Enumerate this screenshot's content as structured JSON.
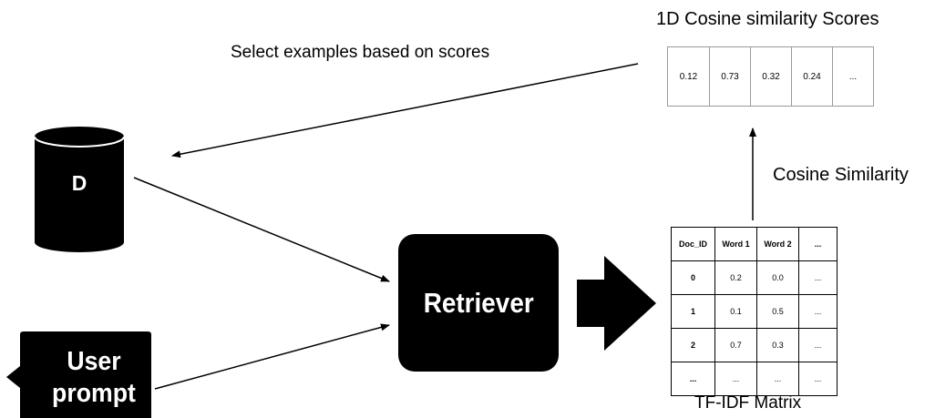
{
  "scores": {
    "title": "1D  Cosine similarity Scores",
    "values": [
      "0.12",
      "0.73",
      "0.32",
      "0.24",
      "..."
    ]
  },
  "captions": {
    "select": "Select examples based on scores",
    "cosine": "Cosine Similarity",
    "tfidf": "TF-IDF Matrix"
  },
  "database": {
    "label": "D"
  },
  "retriever": {
    "label": "Retriever"
  },
  "user_prompt": {
    "line1": "User",
    "line2": "prompt"
  },
  "tfidf": {
    "headers": [
      "Doc_ID",
      "Word 1",
      "Word 2",
      "..."
    ],
    "rows": [
      [
        "0",
        "0.2",
        "0.0",
        "..."
      ],
      [
        "1",
        "0.1",
        "0.5",
        "..."
      ],
      [
        "2",
        "0.7",
        "0.3",
        "..."
      ],
      [
        "...",
        "...",
        "...",
        "..."
      ]
    ]
  }
}
